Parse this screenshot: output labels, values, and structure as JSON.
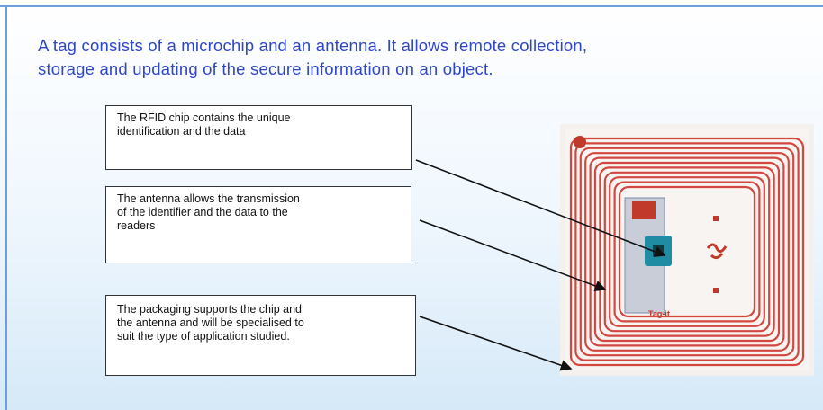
{
  "heading": {
    "line1": "A tag consists of a microchip and an antenna. It allows remote collection,",
    "line2": "storage and updating of the secure information on an object."
  },
  "callouts": [
    {
      "lines": [
        "The RFID chip contains the unique",
        "identification and the data"
      ]
    },
    {
      "lines": [
        "The antenna allows the transmission",
        "of the identifier and the data to the",
        "readers"
      ]
    },
    {
      "lines": [
        "The packaging supports the chip and",
        "the antenna and will be specialised to",
        "suit the type of application studied."
      ]
    }
  ],
  "tag_image": {
    "label": "Tag-it",
    "colors": {
      "trace": "#d2473f",
      "substrate": "#f8f4f2",
      "chip": "#1f8ca3",
      "brand": "#c0392b"
    }
  }
}
